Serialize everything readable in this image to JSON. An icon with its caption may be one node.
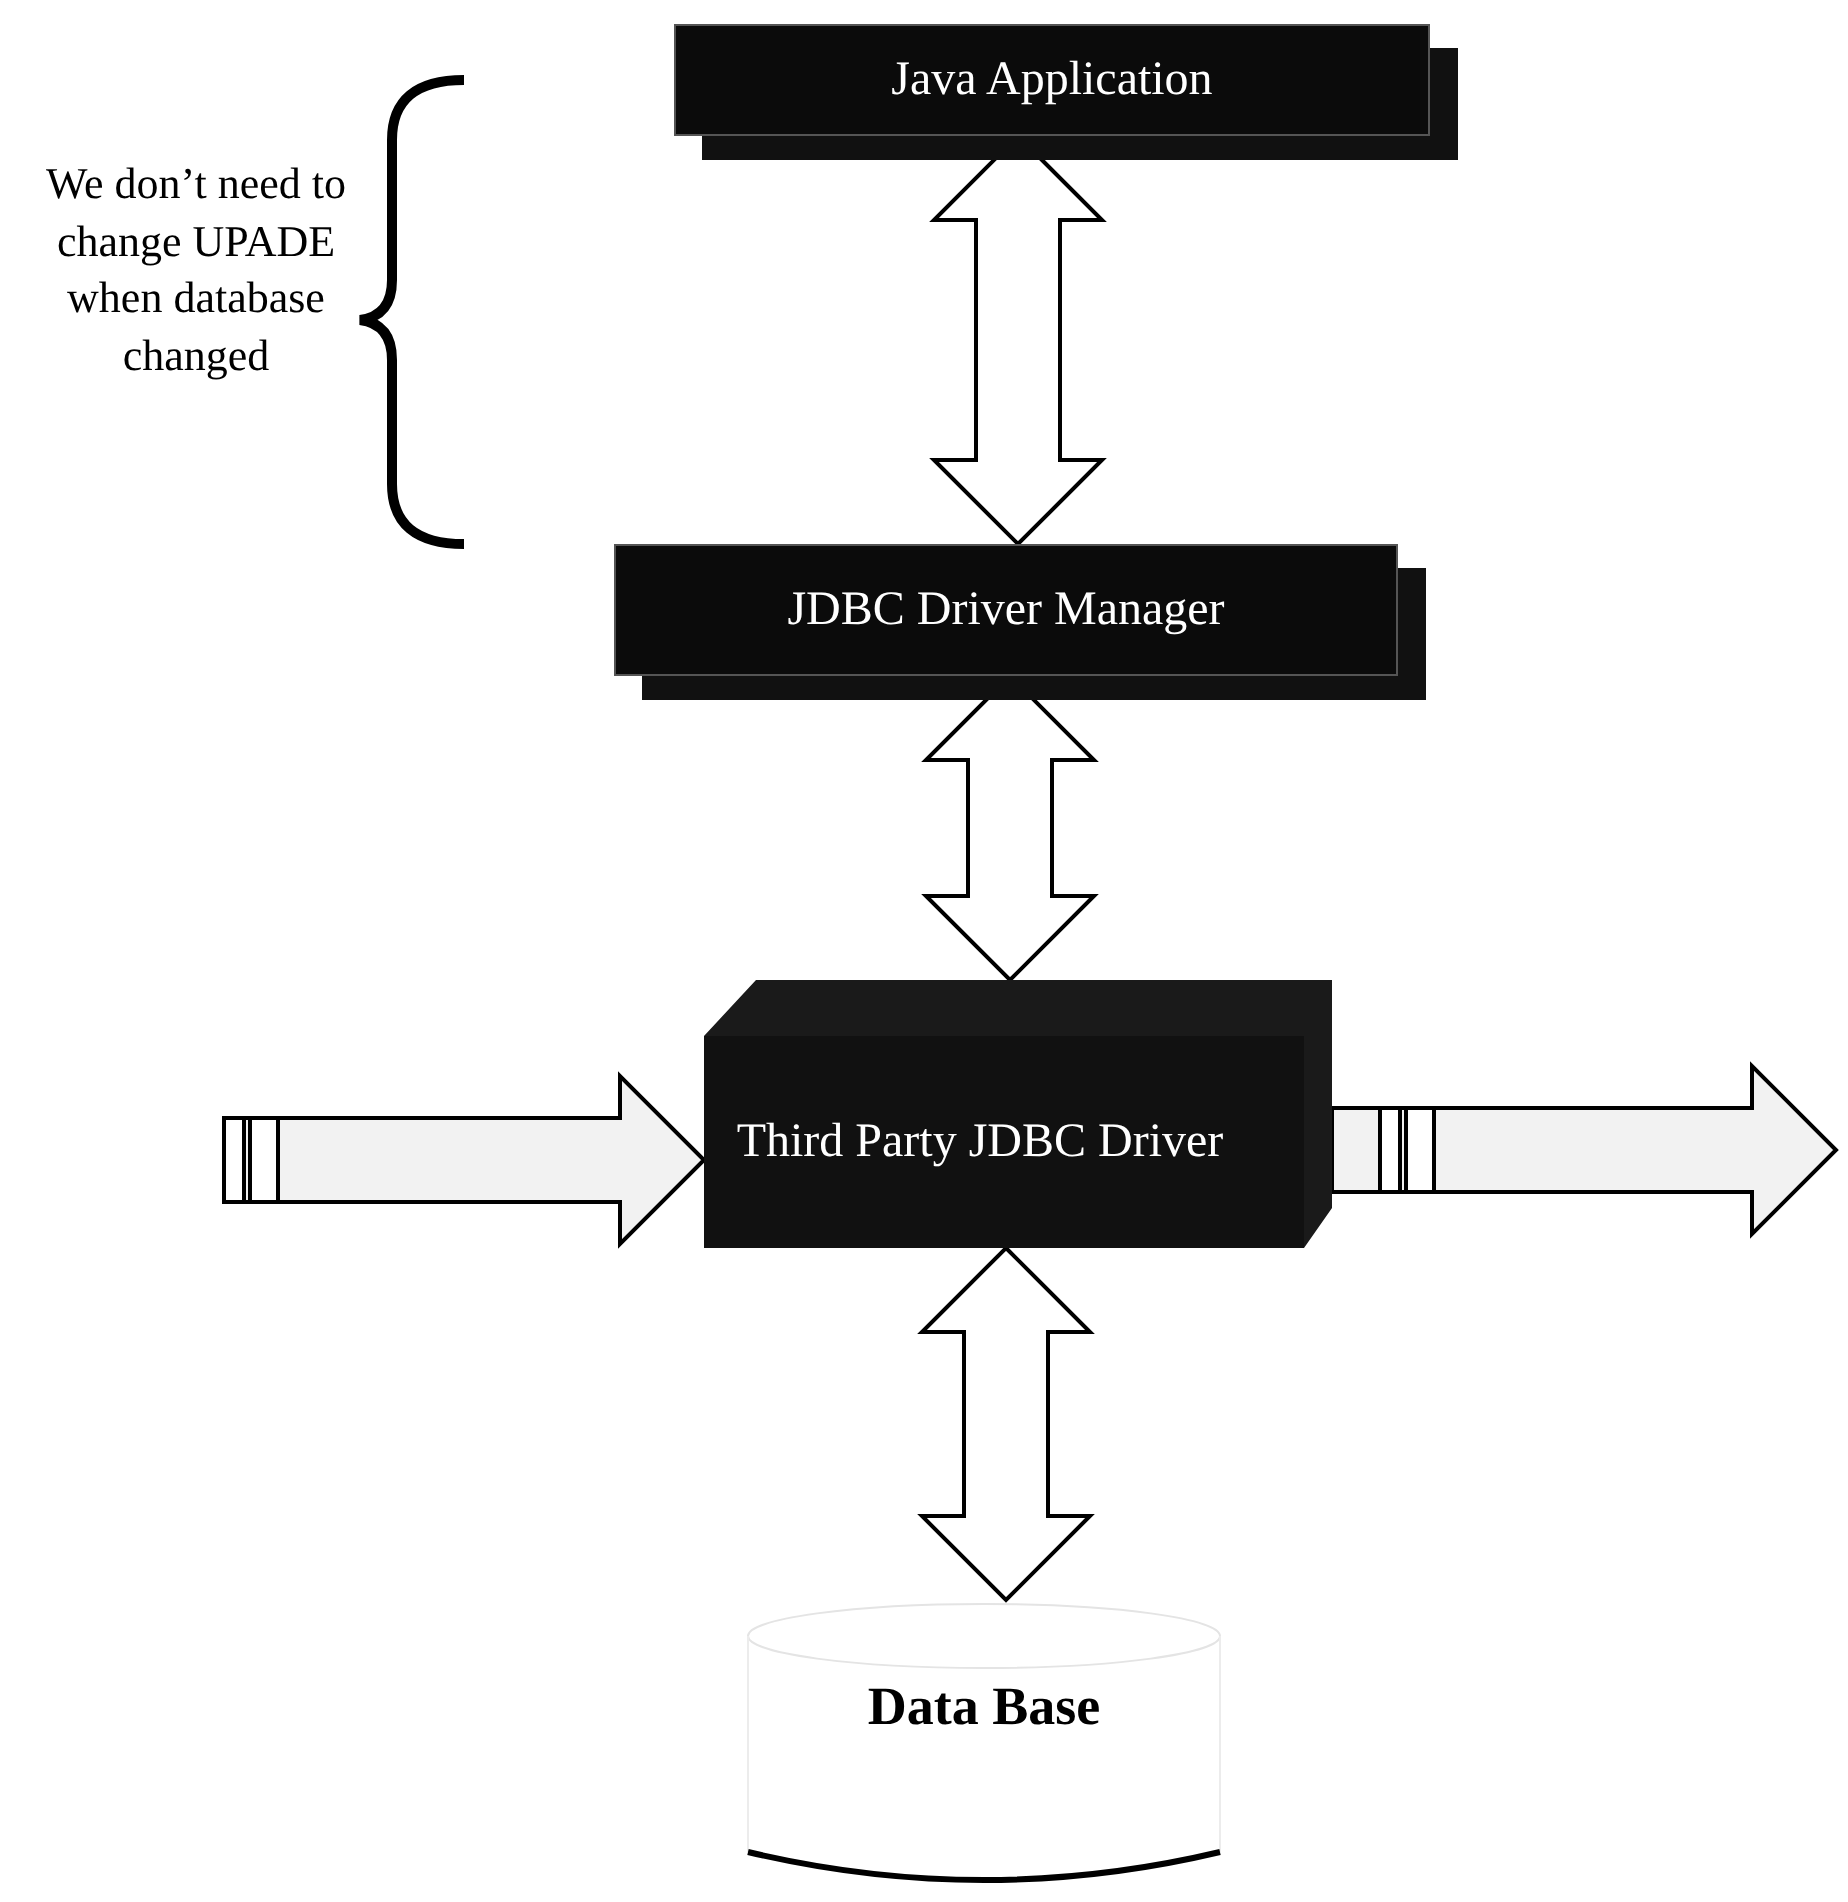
{
  "diagram": {
    "nodes": [
      {
        "text": [
          "Java Application"
        ]
      },
      {
        "text": [
          "JDBC Driver Manager"
        ]
      },
      {
        "text": [
          "Third Party JDBC Driver"
        ]
      },
      {
        "text": [
          "Data Base"
        ]
      }
    ],
    "edges": [
      {
        "from": 0,
        "to": 1,
        "arrow": "both"
      },
      {
        "from": 1,
        "to": 2,
        "arrow": "both"
      },
      {
        "from": 2,
        "to": 3,
        "arrow": "both"
      },
      {
        "from": null,
        "to": 2,
        "arrow": "to"
      },
      {
        "from": 2,
        "to": null,
        "arrow": "to"
      }
    ],
    "labels": [
      "We don’t need to change UPADE when database changed"
    ]
  }
}
